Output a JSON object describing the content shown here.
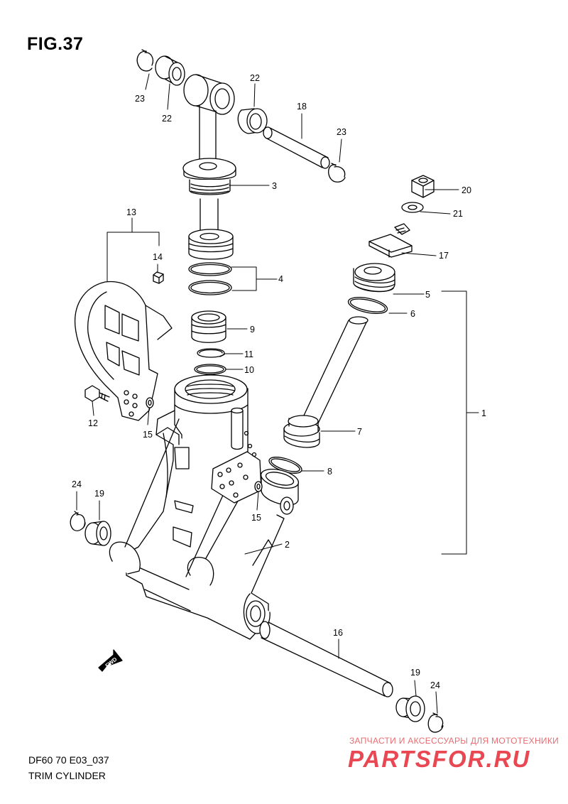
{
  "figure": {
    "title": "FIG.37",
    "code": "DF60 70 E03_037",
    "caption": "TRIM CYLINDER"
  },
  "watermark": {
    "tagline": "ЗАПЧАСТИ И АКСЕССУАРЫ ДЛЯ МОТОТЕХНИКИ",
    "brand": "PARTSFOR.RU",
    "color": "#e94852"
  },
  "fwd_marker": "FWD",
  "callouts": {
    "c23_top_left": "23",
    "c22_top_left": "22",
    "c22_top_right": "22",
    "c18": "18",
    "c23_top_right": "23",
    "c3": "3",
    "c20": "20",
    "c21": "21",
    "c13": "13",
    "c17": "17",
    "c14": "14",
    "c4": "4",
    "c5": "5",
    "c6": "6",
    "c9": "9",
    "c11": "11",
    "c10": "10",
    "c1": "1",
    "c12": "12",
    "c15_left": "15",
    "c7": "7",
    "c8": "8",
    "c24_left": "24",
    "c19_left": "19",
    "c15_right": "15",
    "c2": "2",
    "c16": "16",
    "c19_right": "19",
    "c24_right": "24"
  },
  "colors": {
    "line": "#000000",
    "fill": "#ffffff",
    "shade": "#e6e6e6"
  }
}
